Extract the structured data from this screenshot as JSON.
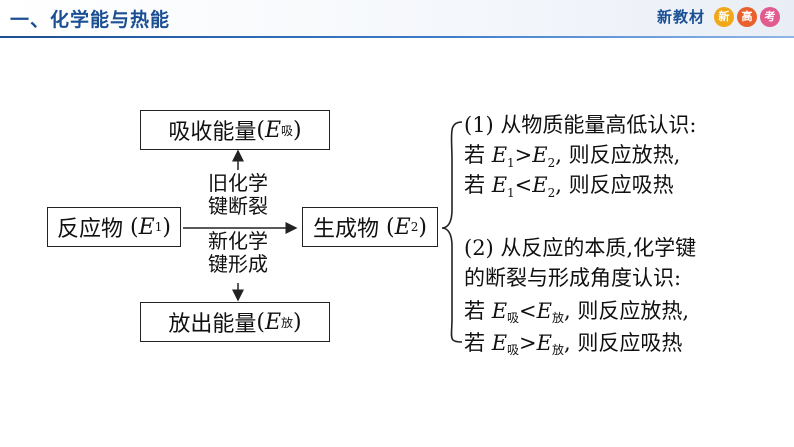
{
  "header": {
    "title": "一、化学能与热能",
    "brand_text": "新教材",
    "badges": [
      "新",
      "高",
      "考"
    ],
    "badge_colors": [
      "#f0a81b",
      "#e8612c",
      "#e25b8f"
    ]
  },
  "diagram": {
    "reactant": {
      "name": "反应物",
      "sym": "E",
      "sub": "1"
    },
    "product": {
      "name": "生成物",
      "sym": "E",
      "sub": "2"
    },
    "absorb_box": {
      "name": "吸收能量",
      "sym": "E",
      "sub": "吸"
    },
    "release_box": {
      "name": "放出能量",
      "sym": "E",
      "sub": "放"
    },
    "break_label": [
      "旧化学",
      "键断裂"
    ],
    "form_label": [
      "新化学",
      "键形成"
    ]
  },
  "explanation": {
    "part1": {
      "heading": "(1) 从物质能量高低认识:",
      "line1": {
        "pre": "若",
        "e_a": "E",
        "sub_a": "1",
        "op": ">",
        "e_b": "E",
        "sub_b": "2",
        "post": ", 则反应放热,"
      },
      "line2": {
        "pre": "若",
        "e_a": "E",
        "sub_a": "1",
        "op": "<",
        "e_b": "E",
        "sub_b": "2",
        "post": ", 则反应吸热"
      }
    },
    "part2": {
      "heading1": "(2) 从反应的本质,化学键",
      "heading2": "的断裂与形成角度认识:",
      "line1": {
        "pre": "若",
        "e_a": "E",
        "sub_a": "吸",
        "op": "<",
        "e_b": "E",
        "sub_b": "放",
        "post": ", 则反应放热,"
      },
      "line2": {
        "pre": "若",
        "e_a": "E",
        "sub_a": "吸",
        "op": ">",
        "e_b": "E",
        "sub_b": "放",
        "post": ", 则反应吸热"
      }
    }
  }
}
